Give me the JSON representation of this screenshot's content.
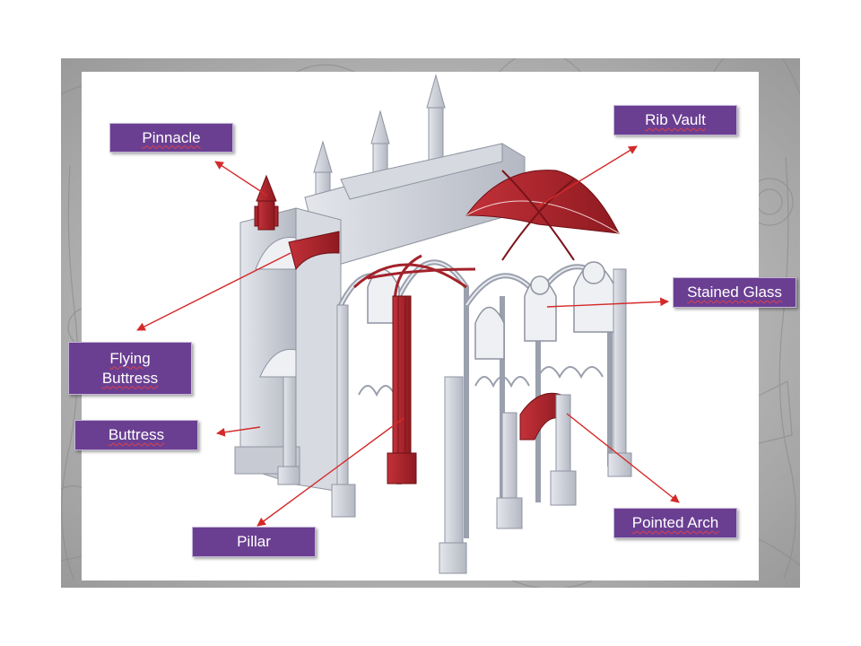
{
  "labels": {
    "pinnacle": "Pinnacle",
    "rib_vault": "Rib Vault",
    "stained_glass": "Stained Glass",
    "flying_buttress": "Flying\nButtress",
    "buttress": "Buttress",
    "pillar": "Pillar",
    "pointed_arch": "Pointed Arch"
  },
  "colors": {
    "label_fill": "#6a3f92",
    "highlight_red": "#b5252c",
    "structure_gray": "#cfd2d9",
    "arrow_red": "#d42a2a"
  }
}
